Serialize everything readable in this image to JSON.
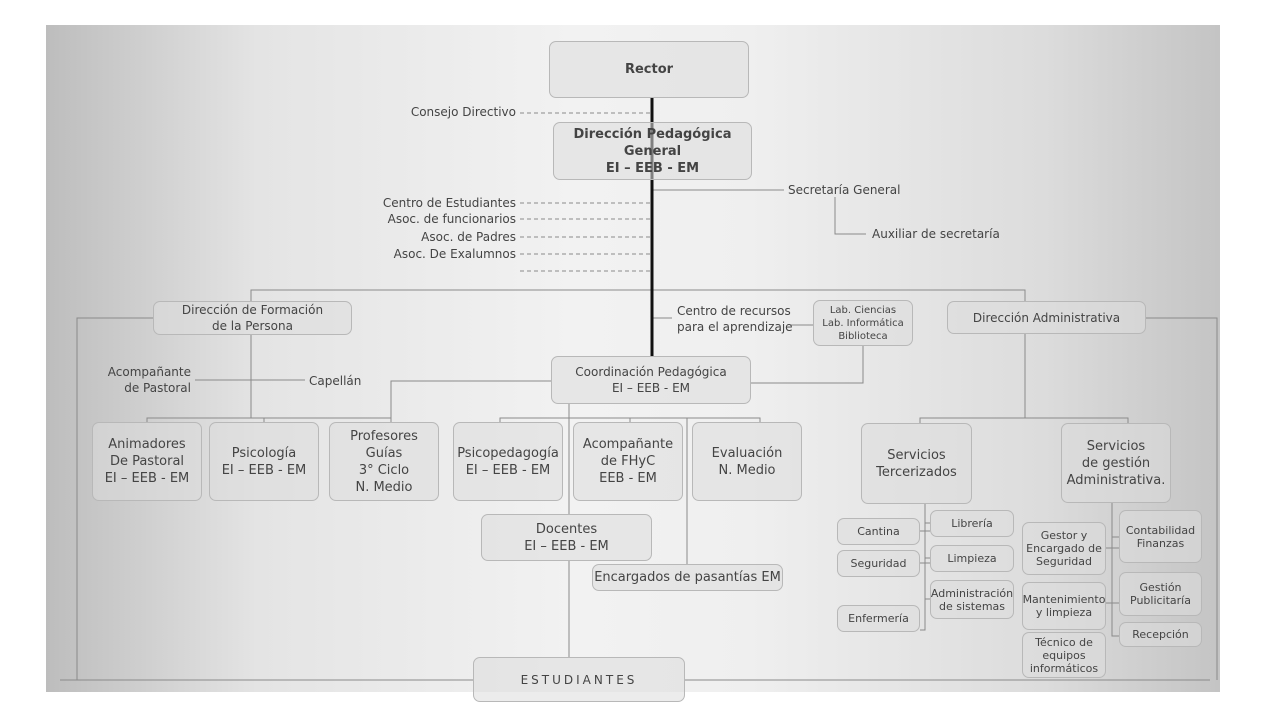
{
  "rector": "Rector",
  "direccion_pedagogica": "Dirección Pedagógica\nGeneral\nEI – EEB - EM",
  "consejo_directivo": "Consejo Directivo",
  "asociaciones": [
    "Centro de Estudiantes",
    "Asoc. de funcionarios",
    "Asoc. de Padres",
    "Asoc. De Exalumnos"
  ],
  "secretaria_general": "Secretaría General",
  "auxiliar_secretaria": "Auxiliar de secretaría",
  "direccion_formacion": "Dirección de Formación\nde la Persona",
  "centro_recursos": "Centro de recursos\npara el aprendizaje",
  "laboratorios": "Lab. Ciencias\nLab. Informática\nBiblioteca",
  "direccion_administrativa": "Dirección Administrativa",
  "acompanante_pastoral": "Acompañante\nde Pastoral",
  "capellan": "Capellán",
  "coordinacion_pedagogica": "Coordinación Pedagógica\nEI – EEB - EM",
  "formacion_children": [
    "Animadores\nDe Pastoral\nEI – EEB - EM",
    "Psicología\nEI – EEB - EM",
    "Profesores\nGuías\n3° Ciclo\nN. Medio"
  ],
  "coordinacion_children": [
    "Psicopedagogía\nEI – EEB - EM",
    "Acompañante\nde FHyC\nEEB - EM",
    "Evaluación\nN. Medio"
  ],
  "docentes": "Docentes\nEI – EEB - EM",
  "pasantias": "Encargados de pasantías EM",
  "estudiantes": "ESTUDIANTES",
  "servicios_tercerizados": {
    "title": "Servicios\nTercerizados",
    "left": [
      "Cantina",
      "Seguridad",
      "Enfermería"
    ],
    "right": [
      "Librería",
      "Limpieza",
      "Administración\nde sistemas"
    ]
  },
  "servicios_gestion": {
    "title": "Servicios\nde gestión\nAdministrativa.",
    "left": [
      "Gestor y\nEncargado de\nSeguridad",
      "Mantenimiento\ny limpieza",
      "Técnico de\nequipos\ninformáticos"
    ],
    "right": [
      "Contabilidad\nFinanzas",
      "Gestión\nPublicitaría",
      "Recepción"
    ]
  }
}
